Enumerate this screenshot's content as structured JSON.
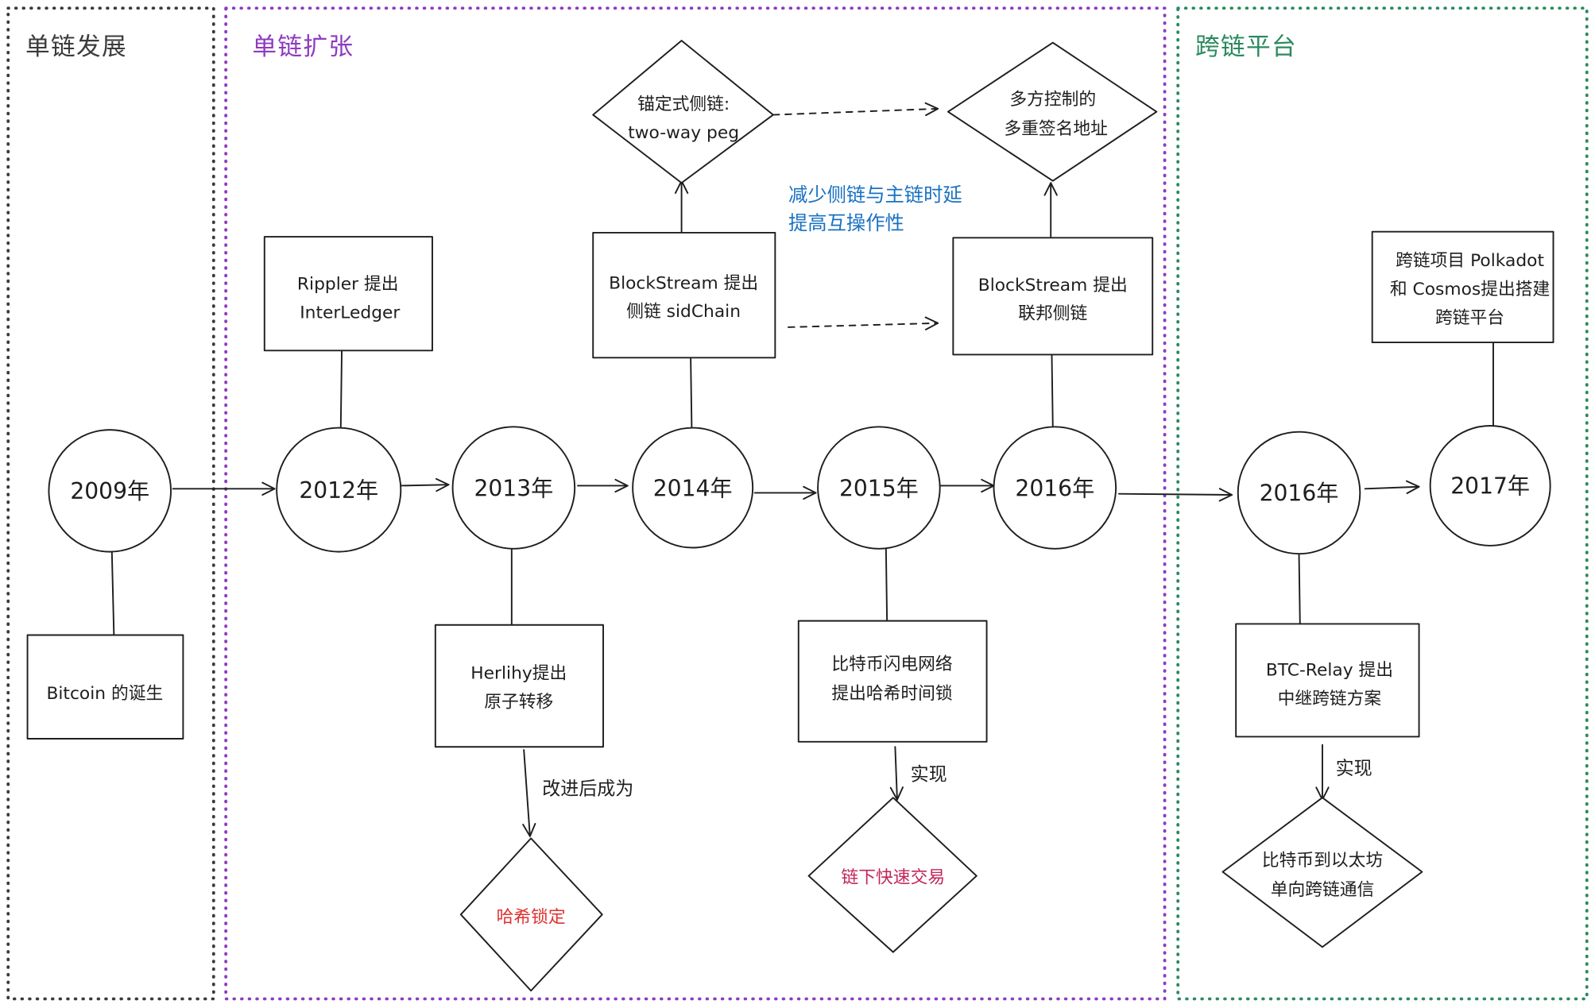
{
  "sections": [
    {
      "title": "单链发展",
      "color": "#3b3b3b"
    },
    {
      "title": "单链扩张",
      "color": "#8e3bbf"
    },
    {
      "title": "跨链平台",
      "color": "#2b8a5e"
    }
  ],
  "timeline": {
    "years": [
      "2009年",
      "2012年",
      "2013年",
      "2014年",
      "2015年",
      "2016年",
      "2016年",
      "2017年"
    ]
  },
  "events": {
    "bitcoin": [
      "Bitcoin 的诞生"
    ],
    "interledger": [
      "Rippler 提出",
      "InterLedger"
    ],
    "herlihy": [
      "Herlihy提出",
      "原子转移"
    ],
    "sidechain": [
      "BlockStream 提出",
      "侧链 sidChain"
    ],
    "lightning": [
      "比特币闪电网络",
      "提出哈希时间锁"
    ],
    "federated": [
      "BlockStream 提出",
      "联邦侧链"
    ],
    "btc_relay": [
      "BTC-Relay 提出",
      "中继跨链方案"
    ],
    "polkadot_cosmos": [
      "跨链项目 Polkadot",
      "和 Cosmos提出搭建",
      "跨链平台"
    ]
  },
  "outcomes": {
    "two_way_peg": {
      "lines": [
        "锚定式侧链:",
        "two-way peg"
      ],
      "color": "#1e1e1e"
    },
    "multisig": {
      "lines": [
        "多方控制的",
        "多重签名地址"
      ],
      "color": "#1e1e1e"
    },
    "hash_lock": {
      "lines": [
        "哈希锁定"
      ],
      "color": "#e03131"
    },
    "offchain_tx": {
      "lines": [
        "链下快速交易"
      ],
      "color": "#c2255c"
    },
    "btc_eth": {
      "lines": [
        "比特币到以太坊",
        "单向跨链通信"
      ],
      "color": "#1e1e1e"
    }
  },
  "edge_labels": {
    "improved": "改进后成为",
    "realize_1": "实现",
    "realize_2": "实现"
  },
  "annotation": {
    "lines": [
      "减少侧链与主链时延",
      "提高互操作性"
    ],
    "color": "#1971c2"
  }
}
